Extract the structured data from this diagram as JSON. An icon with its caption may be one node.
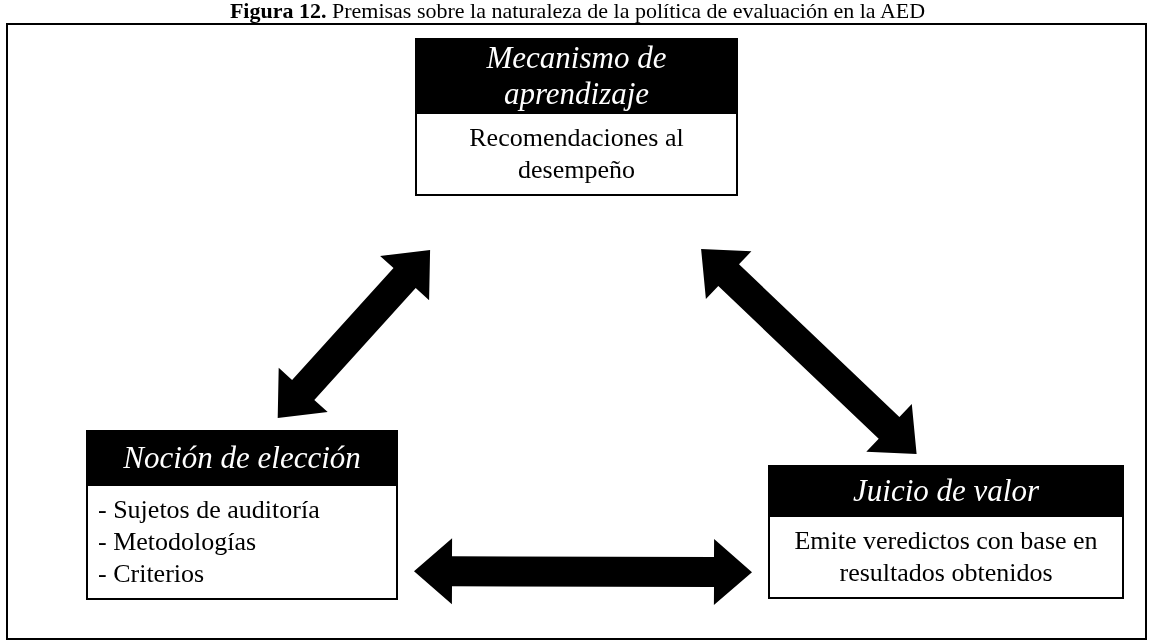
{
  "diagram": {
    "title": "**Figura 12.** Premisas sobre la naturaleza de la política de evaluación en la AED",
    "nodes": [
      {
        "text": [
          "Mecanismo de aprendizaje",
          "Recomendaciones al desempeño"
        ]
      },
      {
        "text": [
          "Noción de elección",
          "- Sujetos de auditoría",
          "- Metodologías",
          "- Criterios"
        ]
      },
      {
        "text": [
          "Juicio de valor",
          "Emite veredictos con base en resultados obtenidos"
        ]
      }
    ],
    "edges": [
      {
        "from": 0,
        "to": 1,
        "arrow": "both"
      },
      {
        "from": 0,
        "to": 2,
        "arrow": "both"
      },
      {
        "from": 1,
        "to": 2,
        "arrow": "both"
      }
    ]
  }
}
